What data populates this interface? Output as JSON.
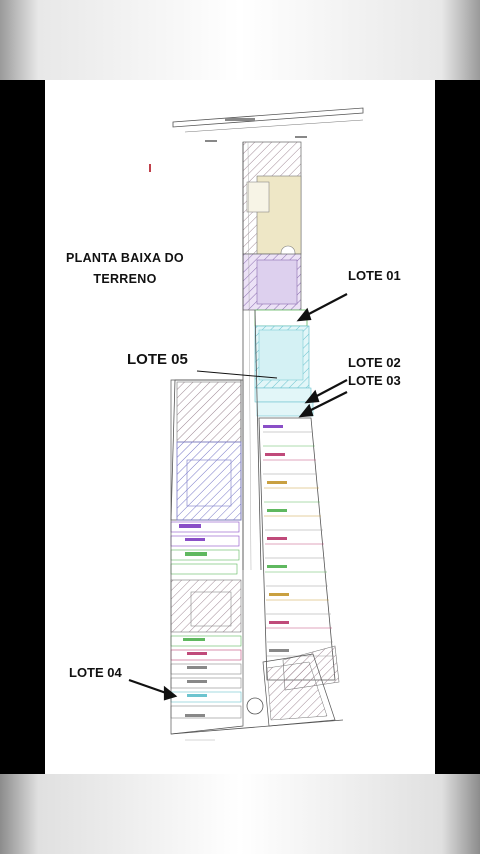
{
  "title_line1": "PLANTA BAIXA DO",
  "title_line2": "TERRENO",
  "labels": {
    "lote01": "LOTE 01",
    "lote02": "LOTE 02",
    "lote03": "LOTE 03",
    "lote04": "LOTE 04",
    "lote05": "LOTE 05"
  },
  "colors": {
    "hatch": "#9a8890",
    "purple": "#8a4fc7",
    "cyan": "#59c9d6",
    "green": "#5fb85f",
    "beige": "#e8e2c0",
    "lavender": "#c9b4e4"
  }
}
